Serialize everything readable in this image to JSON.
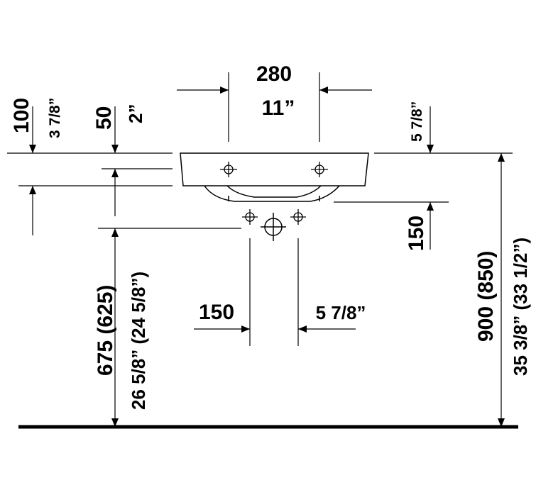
{
  "diagram": {
    "top_width_mm": "280",
    "top_width_in": "11”",
    "left_depth_mm": "100",
    "left_depth_in": "3 7/8”",
    "mid_depth_mm": "50",
    "mid_depth_in": "2”",
    "right_depth_in": "5 7/8”",
    "right_drop_mm": "150",
    "outlet_spacing_mm": "150",
    "outlet_spacing_in": "5 7/8”",
    "height_left_mm": "675 (625)",
    "height_left_in": "26 5/8” (24 5/8”)",
    "height_right_mm": "900 (850)",
    "height_right_in": "35 3/8” (33 1/2”)"
  }
}
